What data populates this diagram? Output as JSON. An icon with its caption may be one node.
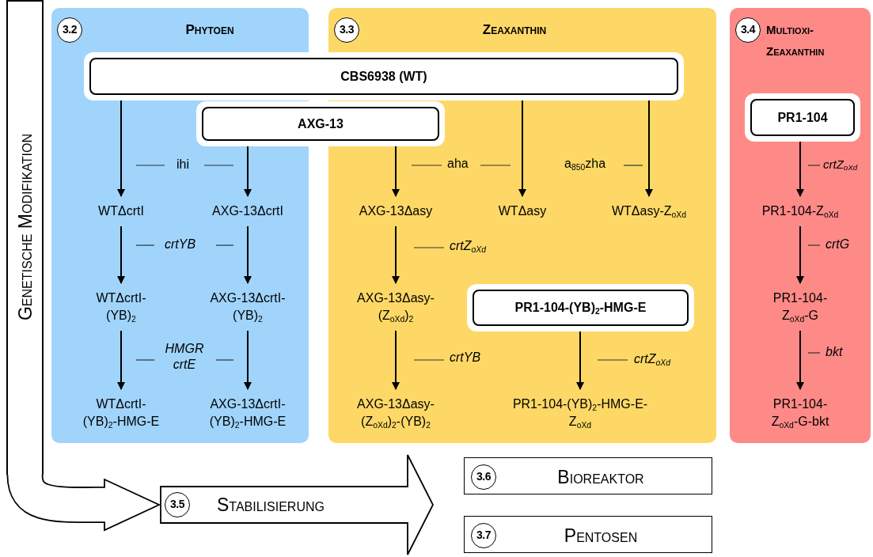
{
  "diagram": {
    "nodes": [
      {
        "text": [
          "3.2",
          "Phytoen"
        ]
      },
      {
        "text": [
          "3.3",
          "Zeaxanthin"
        ]
      },
      {
        "text": [
          "3.4",
          "Multioxi- Zeaxanthin"
        ]
      },
      {
        "text": [
          "CBS6938 (WT)"
        ]
      },
      {
        "text": [
          "AXG-13"
        ]
      },
      {
        "text": [
          "WTΔcrtI"
        ],
        "in": 0
      },
      {
        "text": [
          "AXG-13ΔcrtI"
        ],
        "in": 0
      },
      {
        "text": [
          "WTΔcrtI- (YB)$_{2}$"
        ],
        "in": 0
      },
      {
        "text": [
          "AXG-13ΔcrtI- (YB)$_{2}$"
        ],
        "in": 0
      },
      {
        "text": [
          "WTΔcrtI- (YB)$_{2}$-HMG-E"
        ],
        "in": 0
      },
      {
        "text": [
          "AXG-13ΔcrtI- (YB)$_{2}$-HMG-E"
        ],
        "in": 0
      },
      {
        "text": [
          "AXG-13Δasy"
        ],
        "in": 1
      },
      {
        "text": [
          "WTΔasy"
        ],
        "in": 1
      },
      {
        "text": [
          "WTΔasy-Z$_{oXd}$"
        ],
        "in": 1
      },
      {
        "text": [
          "AXG-13Δasy- (Z$_{oXd}$)$_{2}$"
        ],
        "in": 1
      },
      {
        "text": [
          "PR1-104-(YB)$_{2}$-HMG-E"
        ],
        "in": 1
      },
      {
        "text": [
          "AXG-13Δasy- (Z$_{oXd}$)$_{2}$-(YB)$_{2}$"
        ],
        "in": 1
      },
      {
        "text": [
          "PR1-104-(YB)$_{2}$-HMG-E- Z$_{oXd}$"
        ],
        "in": 1
      },
      {
        "text": [
          "PR1-104"
        ],
        "in": 2
      },
      {
        "text": [
          "PR1-104-Z$_{oXd}$"
        ],
        "in": 2
      },
      {
        "text": [
          "PR1-104- Z$_{oXd}$-G"
        ],
        "in": 2
      },
      {
        "text": [
          "PR1-104- Z$_{oXd}$-G-bkt"
        ],
        "in": 2
      },
      {
        "text": [
          "Genetische Modifikation"
        ]
      },
      {
        "text": [
          "3.5",
          "Stabilisierung"
        ]
      },
      {
        "text": [
          "3.6",
          "Bioreaktor"
        ]
      },
      {
        "text": [
          "3.7",
          "Pentosen"
        ]
      }
    ],
    "edges": [
      {
        "from": 3,
        "to": 5,
        "arrow": "to",
        "label": "ihi"
      },
      {
        "from": 4,
        "to": 6,
        "arrow": "to"
      },
      {
        "from": 5,
        "to": 7,
        "arrow": "to",
        "label": "crtYB"
      },
      {
        "from": 6,
        "to": 8,
        "arrow": "to"
      },
      {
        "from": 7,
        "to": 9,
        "arrow": "to",
        "label": "HMGR crtE"
      },
      {
        "from": 8,
        "to": 10,
        "arrow": "to"
      },
      {
        "from": 4,
        "to": 11,
        "arrow": "to",
        "label": "aha"
      },
      {
        "from": 3,
        "to": 12,
        "arrow": "to"
      },
      {
        "from": 3,
        "to": 13,
        "arrow": "to",
        "label": "a$_{850}$zha"
      },
      {
        "from": 11,
        "to": 14,
        "arrow": "to",
        "label": "crtZ$_{oXd}$"
      },
      {
        "from": 14,
        "to": 16,
        "arrow": "to",
        "label": "crtYB"
      },
      {
        "from": 15,
        "to": 17,
        "arrow": "to",
        "label": "crtZ$_{oXd}$"
      },
      {
        "from": 18,
        "to": 19,
        "arrow": "to",
        "label": "crtZ$_{oXd}$"
      },
      {
        "from": 19,
        "to": 20,
        "arrow": "to",
        "label": "crtG"
      },
      {
        "from": 20,
        "to": 21,
        "arrow": "to",
        "label": "bkt"
      },
      {
        "from": 22,
        "to": 23,
        "arrow": "to",
        "style": "thick"
      }
    ]
  }
}
